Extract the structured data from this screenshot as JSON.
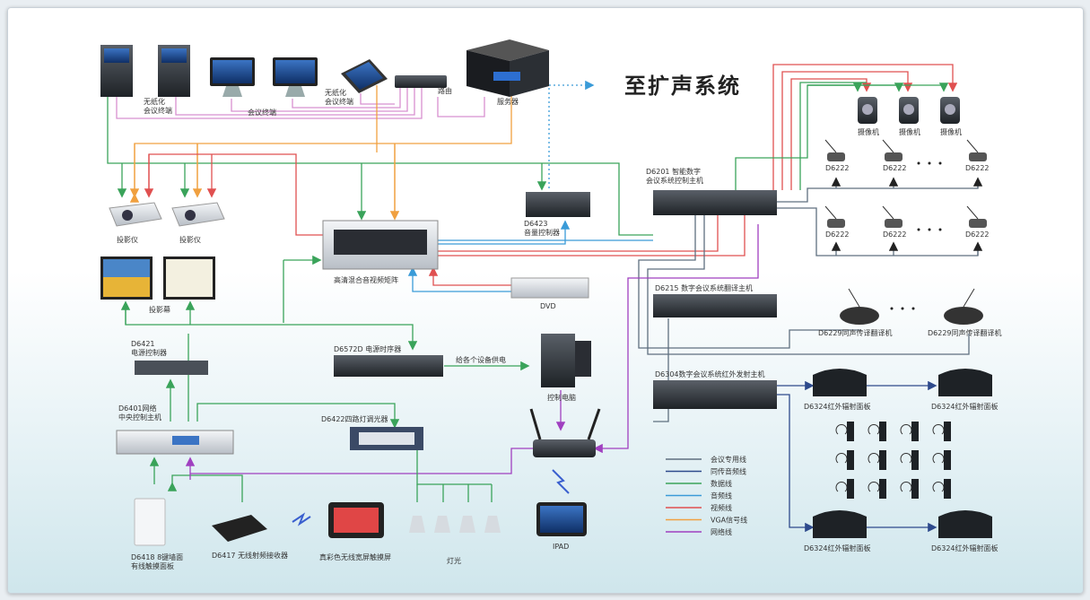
{
  "title": "至扩声系统",
  "nodes": {
    "paperless_terminal": "无纸化\n会议终端",
    "meeting_terminal": "会议终端",
    "paperless_terminal_2": "无纸化\n会议终端",
    "router": "路由",
    "server": "服务器",
    "camera_1": "摄像机",
    "camera_2": "摄像机",
    "camera_3": "摄像机",
    "projector_1": "投影仪",
    "projector_2": "投影仪",
    "screen": "投影幕",
    "matrix": "高清混合音视频矩阵",
    "volume": "D6423\n音量控制器",
    "host": "D6201 智能数字\n会议系统控制主机",
    "mic_r1": [
      "D6222",
      "D6222",
      "D6222"
    ],
    "mic_r2": [
      "D6222",
      "D6222",
      "D6222"
    ],
    "dvd": "DVD",
    "power_ctrl": "D6421\n电源控制器",
    "seq": "D6572D 电源时序器",
    "supply": "给各个设备供电",
    "pc": "控制电脑",
    "trans_host": "D6215 数字会议系统翻译主机",
    "trans_1": "D6229同声传译翻译机",
    "trans_2": "D6229同声传译翻译机",
    "central": "D6401网络\n中央控制主机",
    "dimmer": "D6422四路灯调光器",
    "ir_tx": "D6304数字会议系统红外发射主机",
    "ir_1": "D6324红外辐射面板",
    "ir_2": "D6324红外辐射面板",
    "ir_3": "D6324红外辐射面板",
    "ir_4": "D6324红外辐射面板",
    "touch_panel": "D6418  8键墙面\n有线触摸面板",
    "wireless_rx": "D6417 无线射频接收器",
    "touch_screen": "真彩色无线宽屏触摸屏",
    "lights": "灯光",
    "ipad": "IPAD"
  },
  "legend": [
    {
      "label": "会议专用线",
      "color": "#5f6f7f"
    },
    {
      "label": "同传音频线",
      "color": "#2e4a8c"
    },
    {
      "label": "数据线",
      "color": "#3aa35a"
    },
    {
      "label": "音频线",
      "color": "#3a9bd8"
    },
    {
      "label": "视频线",
      "color": "#e05050"
    },
    {
      "label": "VGA信号线",
      "color": "#f0a040"
    },
    {
      "label": "网络线",
      "color": "#a040c0"
    }
  ]
}
